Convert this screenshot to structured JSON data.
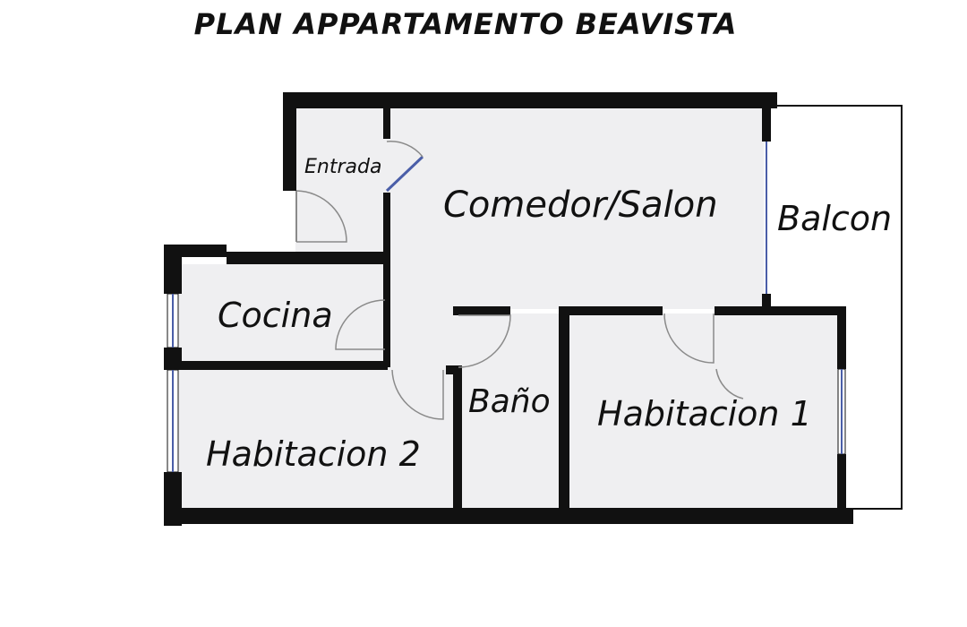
{
  "title": "PLAN APPARTAMENTO BEAVISTA",
  "rooms": {
    "entrada": "Entrada",
    "comedor_salon": "Comedor/Salon",
    "balcon": "Balcon",
    "cocina": "Cocina",
    "bano": "Baño",
    "habitacion_1": "Habitacion 1",
    "habitacion_2": "Habitacion 2"
  },
  "colors": {
    "wall": "#111111",
    "floor": "#efeff1",
    "window": "#4a5ea8",
    "door_swing": "#8a8a8a"
  }
}
